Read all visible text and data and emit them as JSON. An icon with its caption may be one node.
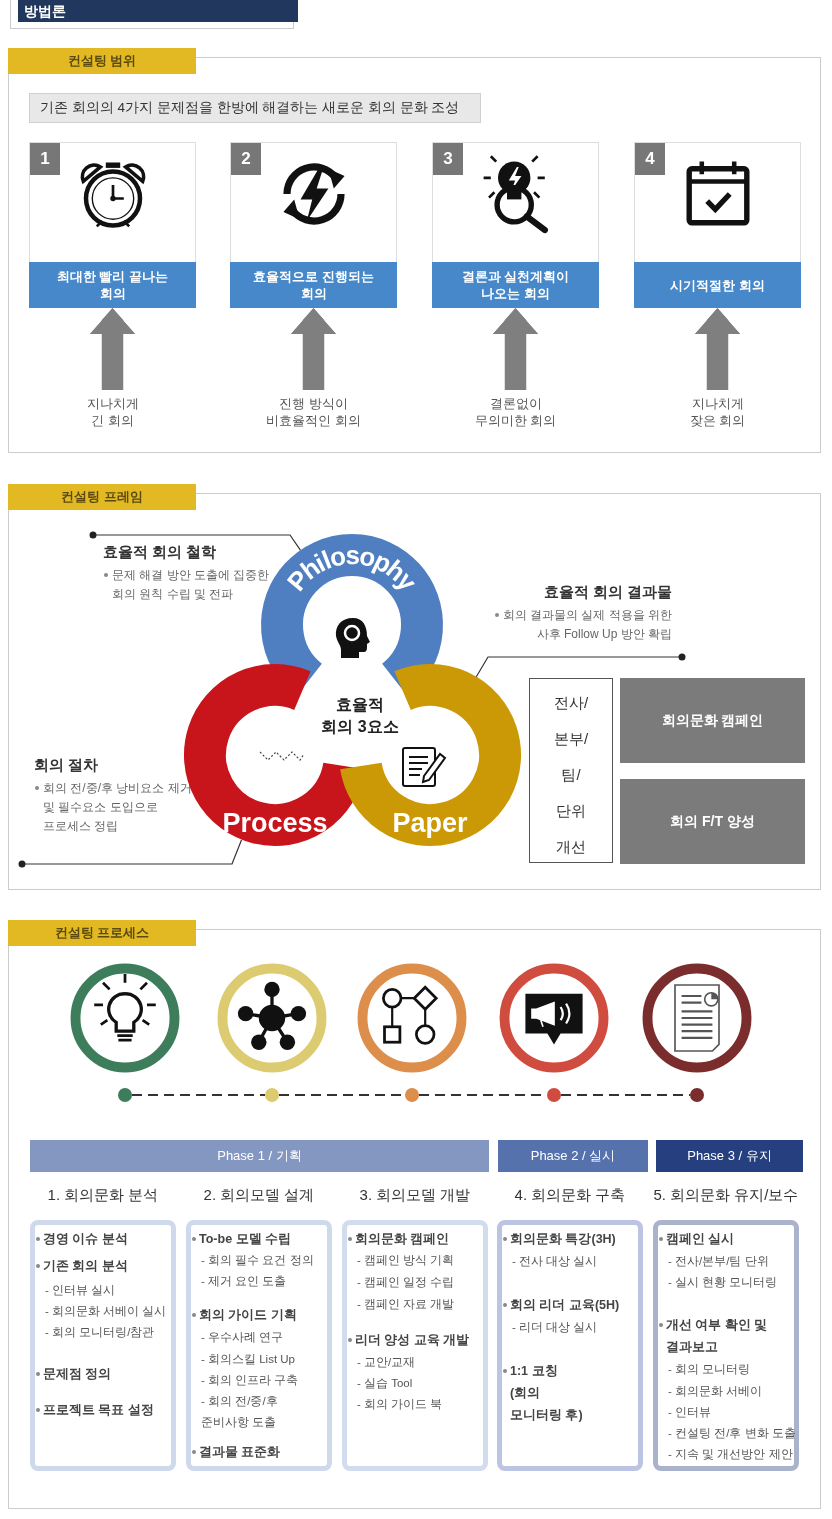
{
  "diagram": {
    "title": "방법론",
    "nodes": [
      {
        "text": [
          "컨설팅 범위"
        ]
      },
      {
        "text": [
          "기존 회의의 4가지 문제점을 한방에 해결하는 새로운 회의 문화 조성"
        ],
        "in": 0
      },
      {
        "text": [
          "1",
          "최대한 빨리 끝나는 회의"
        ],
        "in": 0
      },
      {
        "text": [
          "2",
          "효율적으로 진행되는 회의"
        ],
        "in": 0
      },
      {
        "text": [
          "3",
          "결론과 실천계획이 나오는 회의"
        ],
        "in": 0
      },
      {
        "text": [
          "4",
          "시기적절한 회의"
        ],
        "in": 0
      },
      {
        "text": [
          "지나치게 긴 회의"
        ],
        "in": 0
      },
      {
        "text": [
          "진행 방식이 비효율적인 회의"
        ],
        "in": 0
      },
      {
        "text": [
          "결론없이 무의미한 회의"
        ],
        "in": 0
      },
      {
        "text": [
          "지나치게 잦은 회의"
        ],
        "in": 0
      },
      {
        "text": [
          "컨설팅 프레임"
        ]
      },
      {
        "text": [
          "효율적 회의 철학",
          "문제 해결 방안 도출에 집중한 회의 원칙 수립 및 전파"
        ],
        "in": 10
      },
      {
        "text": [
          "Philosophy"
        ],
        "in": 10
      },
      {
        "text": [
          "효율적 회의 결과물",
          "회의 결과물의 실제 적용을 위한 사후 Follow Up 방안 확립"
        ],
        "in": 10
      },
      {
        "text": [
          "회의 절차",
          "회의 전/중/후 낭비요소 제거 및 필수요소 도입으로 프로세스 정립"
        ],
        "in": 10
      },
      {
        "text": [
          "Process"
        ],
        "in": 10
      },
      {
        "text": [
          "Paper"
        ],
        "in": 10
      },
      {
        "text": [
          "전사/ 본부/ 팀/ 단위 개선"
        ],
        "in": 10
      },
      {
        "text": [
          "회의문화 캠페인"
        ],
        "in": 10
      },
      {
        "text": [
          "회의 F/T 양성"
        ],
        "in": 10
      },
      {
        "text": [
          "컨설팅 프로세스"
        ]
      },
      {
        "text": [],
        "shape": "circle",
        "in": 20
      },
      {
        "text": [],
        "shape": "circle",
        "in": 20
      },
      {
        "text": [],
        "shape": "circle",
        "in": 20
      },
      {
        "text": [],
        "shape": "circle",
        "in": 20
      },
      {
        "text": [],
        "shape": "circle",
        "in": 20
      },
      {
        "text": [
          "Phase 1 / 기획"
        ],
        "in": 20
      },
      {
        "text": [
          "Phase 2 / 실시"
        ],
        "in": 20
      },
      {
        "text": [
          "Phase 3 / 유지"
        ],
        "in": 20
      },
      {
        "text": [
          "1. 회의문화 분석",
          "경영 이슈 분석",
          "기존 회의 분석",
          "- 인터뷰 실시",
          "- 회의문화 서베이 실시",
          "- 회의 모니터링/참관",
          "문제점 정의",
          "프로젝트 목표 설정"
        ],
        "in": 20
      },
      {
        "text": [
          "2. 회의모델 설계",
          "To-be 모델 수립",
          "- 회의 필수 요건 정의",
          "- 제거 요인 도출",
          "회의 가이드 기획",
          "- 우수사례 연구",
          "- 회의스킬 List Up",
          "- 회의 인프라 구축",
          "- 회의 전/중/후 준비사항 도출",
          "결과물 표준화"
        ],
        "in": 20
      },
      {
        "text": [
          "3. 회의모델 개발",
          "회의문화 캠페인",
          "- 캠페인 방식 기획",
          "- 캠페인 일정 수립",
          "- 캠페인 자료 개발",
          "리더 양성 교육 개발",
          "- 교안/교재",
          "- 실습 Tool",
          "- 회의 가이드 북"
        ],
        "in": 20
      },
      {
        "text": [
          "4. 회의문화 구축",
          "회의문화 특강(3H)",
          "- 전사 대상 실시",
          "회의 리더 교육(5H)",
          "- 리더 대상 실시",
          "1:1 코칭 (회의 모니터링 후)"
        ],
        "in": 20
      },
      {
        "text": [
          "5. 회의문화 유지/보수",
          "캠페인 실시",
          "- 전사/본부/팀 단위",
          "- 실시 현황 모니터링",
          "개선 여부 확인 및 결과보고",
          "- 회의 모니터링",
          "- 회의문화 서베이",
          "- 인터뷰",
          "- 컨설팅 전/후 변화 도출",
          "- 지속 및 개선방안 제안"
        ],
        "in": 20
      }
    ],
    "edges": [
      {
        "from": 6,
        "to": 2,
        "arrow": "to",
        "style": "thick",
        "color": "#7f7f7f"
      },
      {
        "from": 7,
        "to": 3,
        "arrow": "to",
        "style": "thick",
        "color": "#7f7f7f"
      },
      {
        "from": 8,
        "to": 4,
        "arrow": "to",
        "style": "thick",
        "color": "#7f7f7f"
      },
      {
        "from": 9,
        "to": 5,
        "arrow": "to",
        "style": "thick",
        "color": "#7f7f7f"
      },
      {
        "from": 11,
        "to": 12,
        "arrow": "other"
      },
      {
        "from": 13,
        "to": 16,
        "arrow": "other"
      },
      {
        "from": 14,
        "to": 15,
        "arrow": "other"
      },
      {
        "from": 21,
        "to": 22,
        "arrow": "none",
        "style": "dashed"
      },
      {
        "from": 22,
        "to": 23,
        "arrow": "none",
        "style": "dashed"
      },
      {
        "from": 23,
        "to": 24,
        "arrow": "none",
        "style": "dashed"
      },
      {
        "from": 24,
        "to": 25,
        "arrow": "none",
        "style": "dashed"
      }
    ],
    "labels": [
      "효율적 회의 3요소"
    ]
  }
}
